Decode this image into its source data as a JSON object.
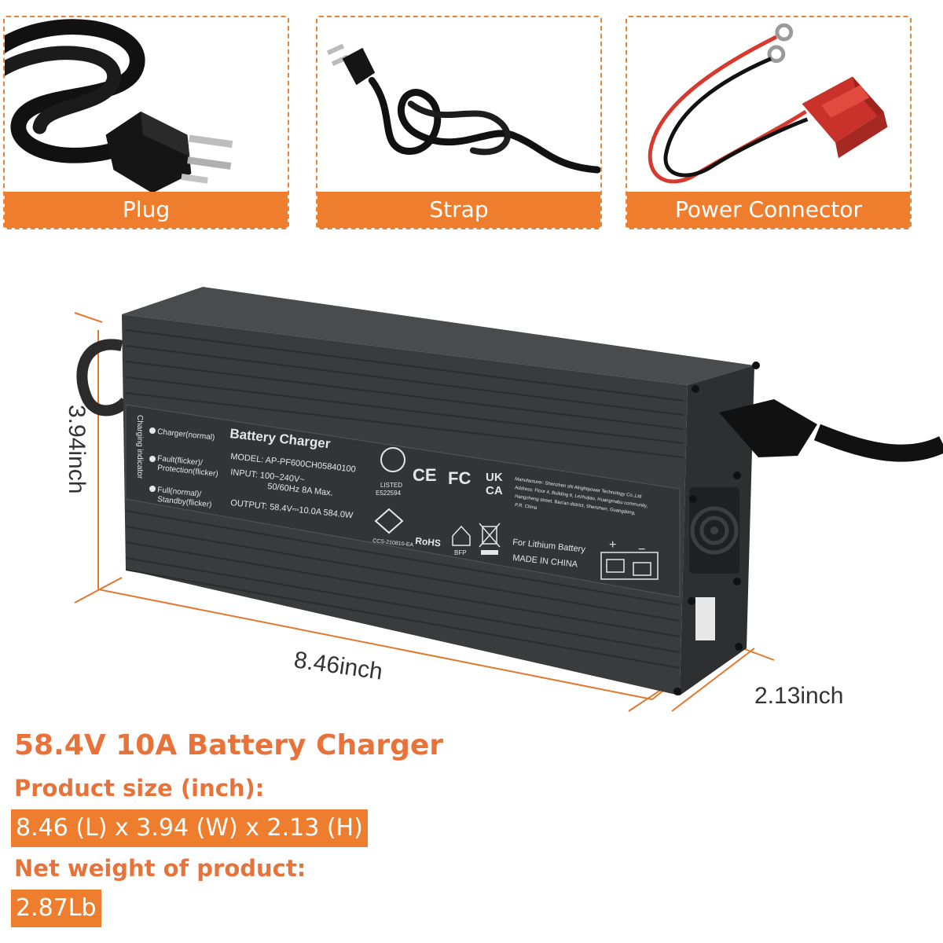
{
  "accessories": [
    {
      "label": "Plug",
      "icon": "plug-icon"
    },
    {
      "label": "Strap",
      "icon": "cable-icon"
    },
    {
      "label": "Power Connector",
      "icon": "connector-icon"
    }
  ],
  "dimensions": {
    "length": "8.46inch",
    "width": "3.94inch",
    "height": "2.13inch"
  },
  "charger_label": {
    "indicator_title": "Charging indicator",
    "indicators": [
      "Charger(normal)",
      "Fault(flicker)/",
      "Protection(flicker)",
      "Full(normal)/",
      "Standby(flicker)"
    ],
    "name": "Battery Charger",
    "model": "MODEL: AP-PF600CH05840100",
    "input_1": "INPUT: 100~240V~",
    "input_2": "50/60Hz  8A  Max.",
    "output": "OUTPUT: 58.4V⎓10.0A  584.0W",
    "ul_listed": "LISTED",
    "ul_number": "E522594",
    "ce": "CE",
    "fc": "FC",
    "ukca_1": "UK",
    "ukca_2": "CA",
    "ccs": "CCS-210810-EA",
    "rohs": "RoHS",
    "bfp": "BFP",
    "manufacturer_1": "Manufacturer: Shenzhen shi Alrightpower Technology Co.,Ltd",
    "manufacturer_2": "Address: Floor 4, Building 6, Lezhujiao, Huangmabu community,",
    "manufacturer_3": "Hangcheng street, Bao'an district, Shenzhen, Guangdong,",
    "manufacturer_4": "P.R. China",
    "battery": "For Lithium Battery",
    "made_in": "MADE IN CHINA",
    "plus": "+",
    "minus": "−"
  },
  "product": {
    "title": "58.4V 10A Battery Charger",
    "size_label": "Product size (inch):",
    "size_value": "8.46 (L) x 3.94 (W) x 2.13 (H)",
    "weight_label": "Net weight of product:",
    "weight_value": "2.87Lb"
  },
  "colors": {
    "accent": "#ef7d2e",
    "heading": "#e8733a",
    "charger_body": "#3a3b3d",
    "cable": "#111111",
    "connector_red": "#d63a2f"
  }
}
